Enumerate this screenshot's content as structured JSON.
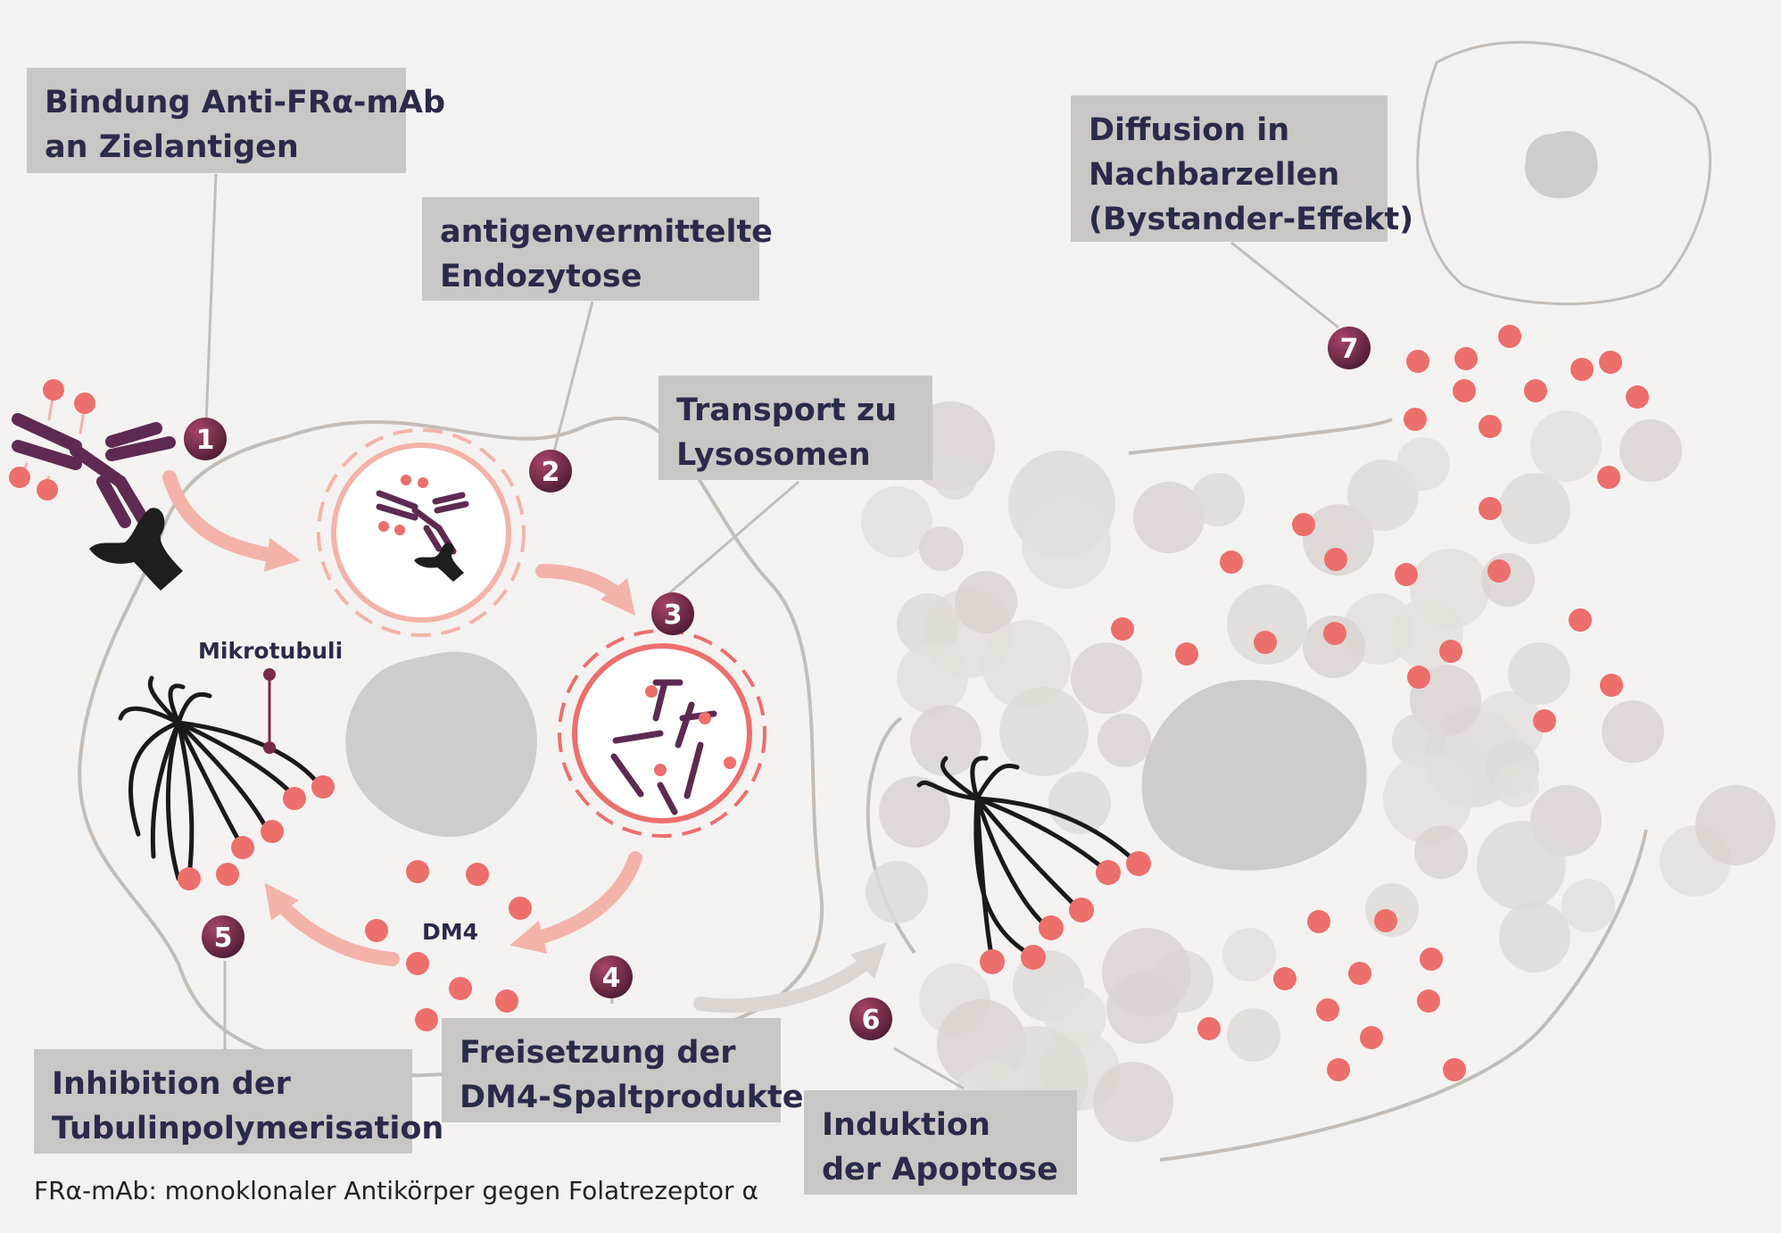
{
  "labels": {
    "step1": [
      "Bindung Anti-FRα-mAb",
      "an Zielantigen"
    ],
    "step2": [
      "antigenvermittelte",
      "Endozytose"
    ],
    "step3": [
      "Transport zu",
      "Lysosomen"
    ],
    "step4": [
      "Freisetzung der",
      "DM4-Spaltprodukte"
    ],
    "step5": [
      "Inhibition der",
      "Tubulinpolymerisation"
    ],
    "step6": [
      "Induktion",
      "der Apoptose"
    ],
    "step7": [
      "Diffusion in",
      "Nachbarzellen",
      "(Bystander-Effekt)"
    ]
  },
  "tags": {
    "mikrotubuli": "Mikrotubuli",
    "dm4": "DM4"
  },
  "steps": [
    "1",
    "2",
    "3",
    "4",
    "5",
    "6",
    "7"
  ],
  "footnote": "FRα-mAb: monoklonaler Antikörper gegen Folatrezeptor α",
  "colors": {
    "background": "#f4f2f0",
    "label_box": "#c9c7c5",
    "label_text": "#2a2a4a",
    "step_badge": "#7a2a48",
    "payload": "#ec6f6c",
    "arrow": "#f3b3a8",
    "antibody": "#5e2a52",
    "membrane": "#c4bcb6",
    "nucleus": "#cfcccb"
  }
}
